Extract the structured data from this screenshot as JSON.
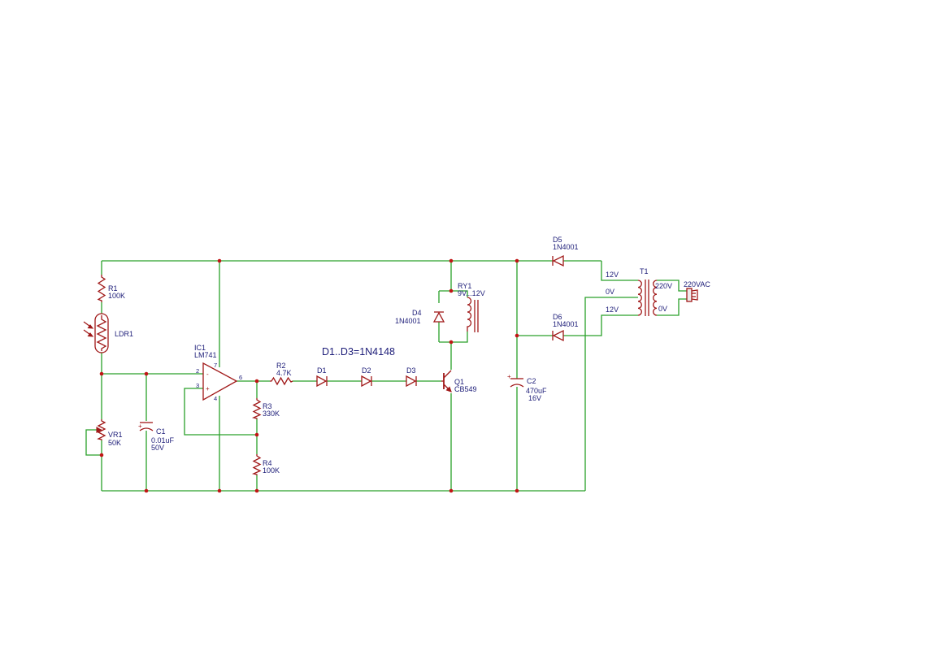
{
  "note": "D1..D3=1N4148",
  "components": {
    "r1": {
      "ref": "R1",
      "value": "100K"
    },
    "ldr1": {
      "ref": "LDR1"
    },
    "vr1": {
      "ref": "VR1",
      "value": "50K"
    },
    "c1": {
      "ref": "C1",
      "value": "0.01uF",
      "rating": "50V"
    },
    "ic1": {
      "ref": "IC1",
      "value": "LM741",
      "pins": {
        "inv": "2",
        "noninv": "3",
        "out": "6",
        "vplus": "7",
        "vminus": "4"
      },
      "signs": {
        "minus": "-",
        "plus": "+"
      }
    },
    "r2": {
      "ref": "R2",
      "value": "4.7K"
    },
    "r3": {
      "ref": "R3",
      "value": "330K"
    },
    "r4": {
      "ref": "R4",
      "value": "100K"
    },
    "d1": {
      "ref": "D1"
    },
    "d2": {
      "ref": "D2"
    },
    "d3": {
      "ref": "D3"
    },
    "q1": {
      "ref": "Q1",
      "value": "CB549"
    },
    "ry1": {
      "ref": "RY1",
      "value": "9V...12V"
    },
    "d4": {
      "ref": "D4",
      "value": "1N4001"
    },
    "c2": {
      "ref": "C2",
      "value": "470uF",
      "rating": "16V"
    },
    "d5": {
      "ref": "D5",
      "value": "1N4001"
    },
    "d6": {
      "ref": "D6",
      "value": "1N4001"
    },
    "t1": {
      "ref": "T1",
      "secondary_top": "12V",
      "secondary_mid": "0V",
      "secondary_bot": "12V",
      "primary_top": "220V",
      "primary_bot": "0V"
    },
    "ac": {
      "label": "220VAC"
    }
  },
  "colors": {
    "wire": "#2aa02a",
    "component": "#a01818",
    "label": "#1c1c78",
    "node": "#c01515"
  }
}
